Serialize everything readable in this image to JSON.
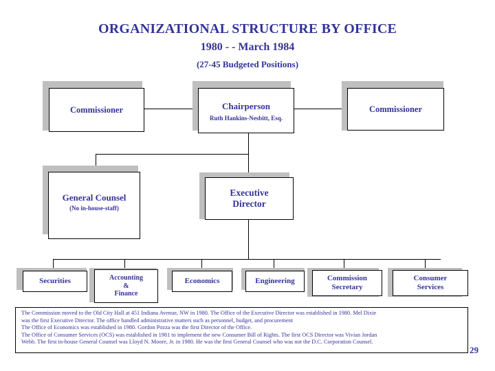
{
  "title": {
    "main": "ORGANIZATIONAL STRUCTURE BY OFFICE",
    "period": "1980 - - March 1984",
    "positions": "(27-45 Budgeted Positions)"
  },
  "colors": {
    "text": "#333399",
    "box_border": "#000000",
    "box_fill": "#ffffff",
    "shadow": "#bfbfbf",
    "background": "#ffffff"
  },
  "chart": {
    "row1": {
      "commissioner_left": {
        "label": "Commissioner"
      },
      "chairperson": {
        "label": "Chairperson",
        "sublabel": "Ruth Hankins-Nesbitt, Esq."
      },
      "commissioner_right": {
        "label": "Commissioner"
      }
    },
    "row2": {
      "general_counsel": {
        "label": "General Counsel",
        "sublabel": "(No in-house-staff)"
      },
      "executive_director": {
        "line1": "Executive",
        "line2": "Director"
      }
    },
    "row3": [
      {
        "line1": "Securities",
        "line2": "",
        "line3": ""
      },
      {
        "line1": "Accounting",
        "line2": "&",
        "line3": "Finance"
      },
      {
        "line1": "Economics",
        "line2": "",
        "line3": ""
      },
      {
        "line1": "Engineering",
        "line2": "",
        "line3": ""
      },
      {
        "line1": "Commission",
        "line2": "Secretary",
        "line3": ""
      },
      {
        "line1": "Consumer",
        "line2": "Services",
        "line3": ""
      }
    ]
  },
  "footnote": {
    "line1": "The Commission moved to the Old City Hall at 451 Indiana Avenue, NW in 1980.  The Office of the Executive Director was established in 1980.  Mel Dixie",
    "line2": "was the first Executive Director. The office handled administrative matters such as personnel, budget, and procurement",
    "line3": "The Office of Economics was established in 1980.  Gordon Pozza was the first Director of the Office.",
    "line4": "The Office of Consumer Services (OCS) was established in 1981 to implement the new Consumer Bill of Rights. The first OCS Director was Vivian Jordan",
    "line5": "Webb.  The first in-house General Counsel was Lloyd N. Moore, Jr.  in 1980. He was the first General Counsel who was not the D.C. Corporation Counsel."
  },
  "page_number": "29"
}
